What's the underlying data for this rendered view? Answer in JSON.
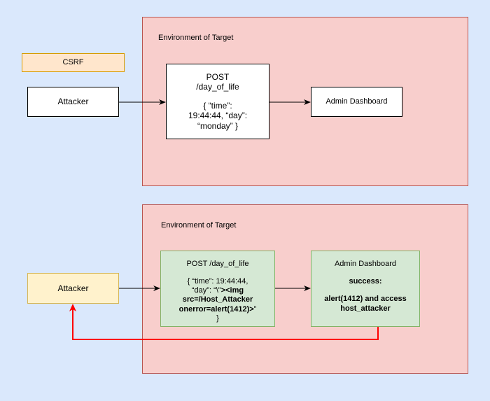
{
  "colors": {
    "background": "#dae8fc",
    "region_fill": "#f8cecc",
    "region_border": "#b85450",
    "tag_fill": "#ffe6cc",
    "tag_border": "#d79b00",
    "attacker2_fill": "#fff2cc",
    "green_fill": "#d5e8d4",
    "green_border": "#82b366",
    "return_arrow": "#ff0000"
  },
  "tag": {
    "label": "CSRF"
  },
  "top": {
    "region_label": "Environment of Target",
    "attacker": "Attacker",
    "request": {
      "line1": "POST",
      "line2": "/day_of_life",
      "line3": "{ “time”:",
      "line4": "19:44:44, “day”:",
      "line5": "“monday” }"
    },
    "dashboard": "Admin Dashboard"
  },
  "bottom": {
    "region_label": "Environment of Target",
    "attacker": "Attacker",
    "request": {
      "title": "POST /day_of_life",
      "line1": "{ “time”: 19:44:44,",
      "line2_normal": "“day”: “\\\"",
      "line2_bold": "><img",
      "line3": "src=/Host_Attacker",
      "line4_bold": "onerror=alert(1412)>",
      "line4_normal": "”",
      "line5": "}"
    },
    "dashboard": {
      "title": "Admin Dashboard",
      "status": "success:",
      "detail1": "alert(1412) and access",
      "detail2": "host_attacker"
    }
  }
}
